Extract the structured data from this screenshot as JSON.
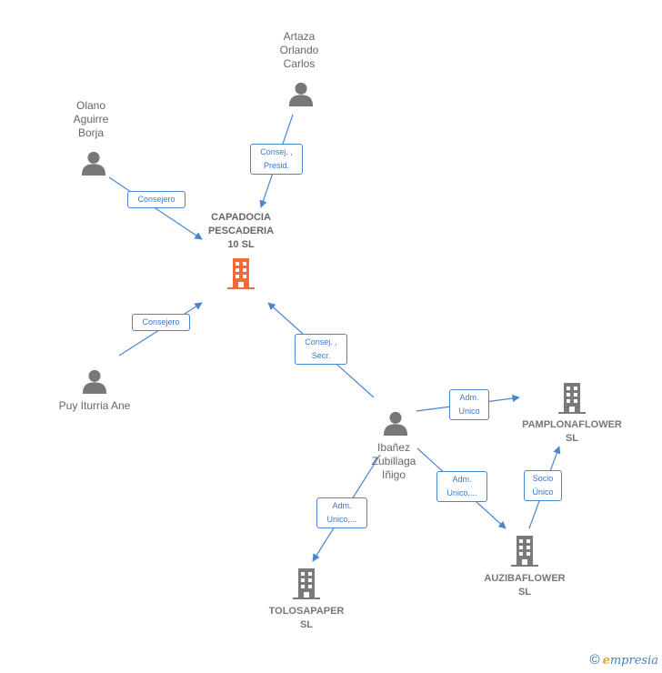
{
  "nodes": {
    "capadocia": {
      "label": "CAPADOCIA\nPESCADERIA\n10  SL",
      "type": "company",
      "color": "#f26a36"
    },
    "artaza": {
      "label": "Artaza\nOrlando\nCarlos",
      "type": "person"
    },
    "olano": {
      "label": "Olano\nAguirre\nBorja",
      "type": "person"
    },
    "puy": {
      "label": "Puy Iturria Ane",
      "type": "person"
    },
    "ibanez": {
      "label": "Ibañez\nZubillaga\nIñigo",
      "type": "person"
    },
    "pamplonaflower": {
      "label": "PAMPLONAFLOWER\nSL",
      "type": "company"
    },
    "auzibaflower": {
      "label": "AUZIBAFLOWER\nSL",
      "type": "company"
    },
    "tolosapaper": {
      "label": "TOLOSAPAPER\nSL",
      "type": "company"
    }
  },
  "edges": {
    "artaza_capadocia": "Consej. ,\nPresid.",
    "olano_capadocia": "Consejero",
    "puy_capadocia": "Consejero",
    "ibanez_capadocia": "Consej. ,\nSecr.",
    "ibanez_pamplona": "Adm.\nUnico",
    "ibanez_auziba": "Adm.\nUnico,...",
    "ibanez_tolosa": "Adm.\nUnico,...",
    "auziba_pamplona": "Socio\nÚnico"
  },
  "colors": {
    "edge": "#4a86d0",
    "person_icon": "#777777",
    "company_icon": "#7a7a7a",
    "main_company_icon": "#f26a36"
  },
  "footer": {
    "copyright": "©",
    "brand_initial": "e",
    "brand_rest": "mpresia"
  }
}
